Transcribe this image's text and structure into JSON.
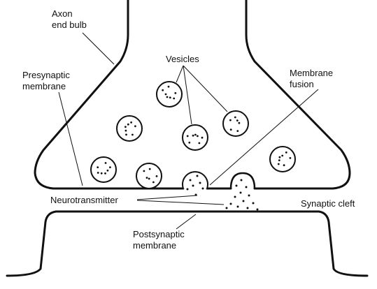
{
  "labels": {
    "axon_end_bulb": [
      "Axon",
      "end bulb"
    ],
    "presynaptic_membrane": [
      "Presynaptic",
      "membrane"
    ],
    "vesicles": "Vesicles",
    "membrane_fusion": [
      "Membrane",
      "fusion"
    ],
    "neurotransmitter": "Neurotransmitter",
    "synaptic_cleft": "Synaptic cleft",
    "postsynaptic_membrane": [
      "Postsynaptic",
      "membrane"
    ]
  },
  "colors": {
    "ink": "#111111",
    "background": "#ffffff"
  }
}
